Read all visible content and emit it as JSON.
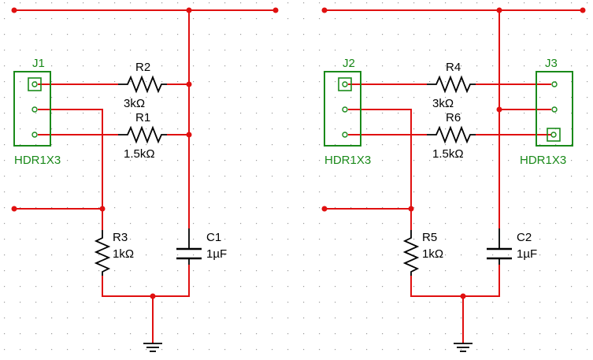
{
  "colors": {
    "wire": "#e01010",
    "part": "#000000",
    "header": "#1a8a1a",
    "grid_dot": "#9a9a9a",
    "background": "#ffffff"
  },
  "circuit_left": {
    "header": {
      "ref": "J1",
      "type": "HDR1X3"
    },
    "r_top": {
      "ref": "R2",
      "value": "3kΩ"
    },
    "r_mid": {
      "ref": "R1",
      "value": "1.5kΩ"
    },
    "r_low": {
      "ref": "R3",
      "value": "1kΩ"
    },
    "cap": {
      "ref": "C1",
      "value": "1µF"
    }
  },
  "circuit_right": {
    "header_in": {
      "ref": "J2",
      "type": "HDR1X3"
    },
    "header_out": {
      "ref": "J3",
      "type": "HDR1X3"
    },
    "r_top": {
      "ref": "R4",
      "value": "3kΩ"
    },
    "r_mid": {
      "ref": "R6",
      "value": "1.5kΩ"
    },
    "r_low": {
      "ref": "R5",
      "value": "1kΩ"
    },
    "cap": {
      "ref": "C2",
      "value": "1µF"
    }
  },
  "symbols": {
    "ground": "ground-icon",
    "junction": "junction-dot"
  }
}
